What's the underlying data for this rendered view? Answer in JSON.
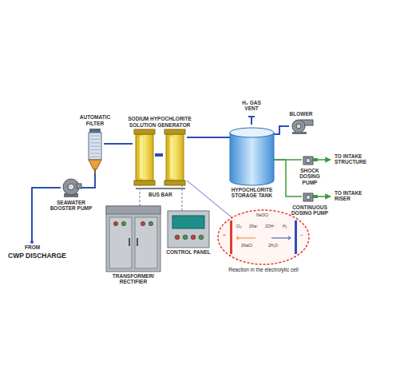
{
  "diagram": {
    "nodes": [
      {
        "text": [
          "SEAWATER BOOSTER PUMP"
        ]
      },
      {
        "text": [
          "AUTOMATIC FILTER"
        ]
      },
      {
        "text": [
          "SODIUM HYPOCHLORITE SOLUTION GENERATOR"
        ]
      },
      {
        "text": [
          "TRANSFORMER/ RECTIFIER"
        ]
      },
      {
        "text": [
          "CONTROL PANEL"
        ]
      },
      {
        "text": [
          "HYPOCHLORITE STORAGE TANK"
        ]
      },
      {
        "text": [
          "BLOWER"
        ]
      },
      {
        "text": [
          "SHOCK DOSING PUMP"
        ]
      },
      {
        "text": [
          "CONTINUOUS DOSING PUMP"
        ]
      },
      {
        "text": [
          "Reaction in the electrolytic cell",
          "NaOCl",
          "Cl₂",
          "2Na⁺",
          "2OH⁻",
          "H₂",
          "2NaCl",
          "2H₂O",
          "+",
          "−"
        ]
      }
    ],
    "edges": [
      {
        "from": 0,
        "to": 1,
        "arrow": "none"
      },
      {
        "from": 1,
        "to": 2,
        "arrow": "none"
      },
      {
        "from": 2,
        "to": 5,
        "arrow": "none"
      },
      {
        "from": 5,
        "to": 6,
        "arrow": "none"
      },
      {
        "from": 5,
        "to": 7,
        "arrow": "none"
      },
      {
        "from": 5,
        "to": 8,
        "arrow": "none"
      },
      {
        "from": 3,
        "to": 2,
        "arrow": "none"
      },
      {
        "from": 4,
        "to": 2,
        "arrow": "none"
      },
      {
        "from": 2,
        "to": 9,
        "arrow": "none"
      }
    ],
    "labels": [
      "FROM",
      "CWP DISCHARGE",
      "BUS BAR",
      "H₂ GAS VENT",
      "TO INTAKE STRUCTURE",
      "TO INTAKE RISER"
    ]
  }
}
